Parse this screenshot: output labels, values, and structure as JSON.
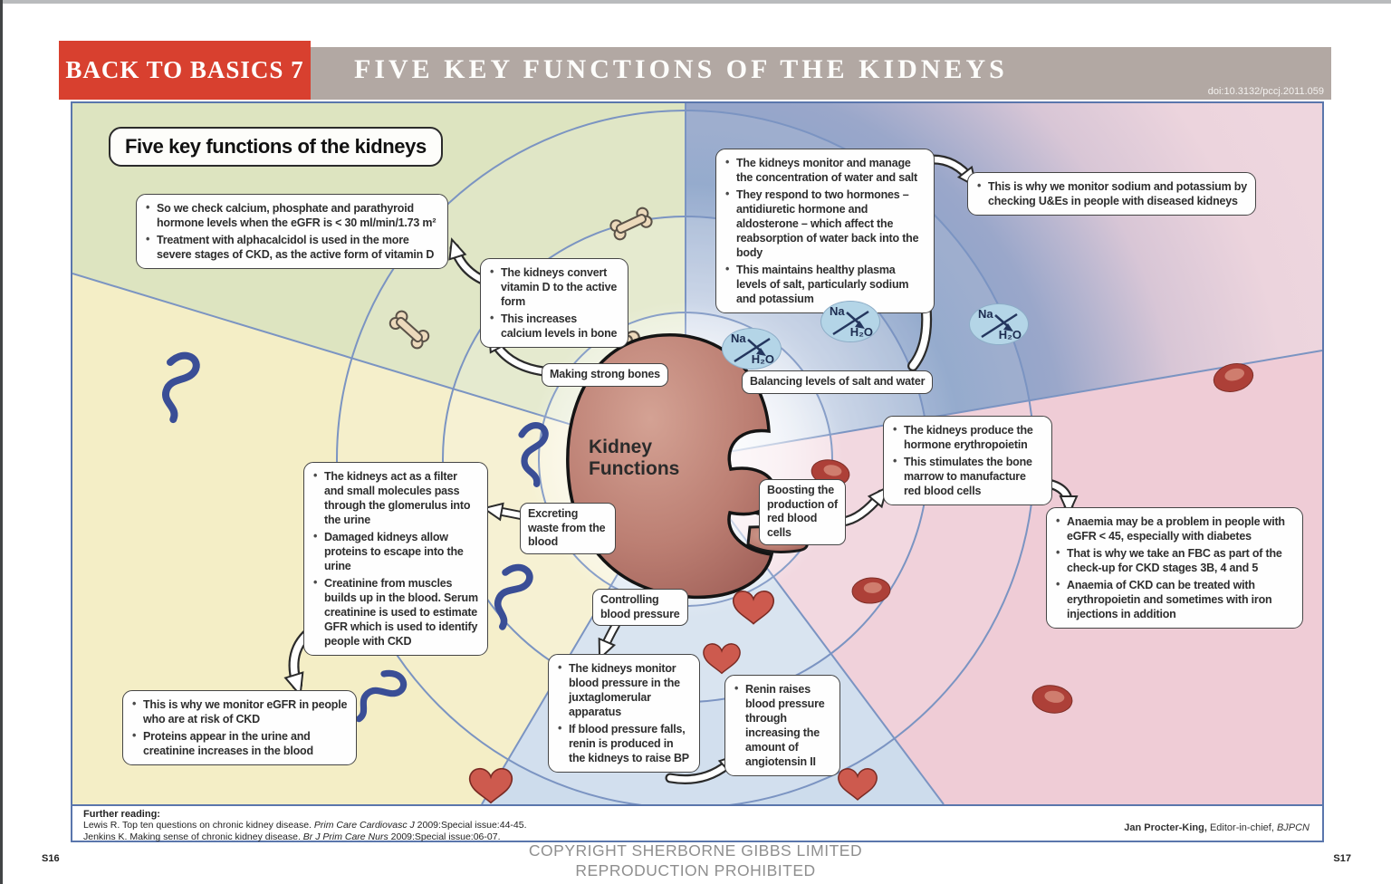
{
  "header": {
    "kicker": "BACK TO BASICS 7",
    "title": "FIVE KEY FUNCTIONS OF THE KIDNEYS",
    "doi": "doi:10.3132/pccj.2011.059"
  },
  "poster": {
    "title": "Five key functions of the kidneys",
    "center_label": [
      "Kidney",
      "Functions"
    ],
    "labels": {
      "bones": "Making strong bones",
      "salt": "Balancing levels of salt and water",
      "blood": "Boosting the production of red blood cells",
      "waste": "Excreting waste from the blood",
      "bp": "Controlling blood pressure"
    },
    "boxes": {
      "calcium": {
        "bullets": [
          "So we check calcium, phosphate and parathyroid hormone levels when the eGFR is < 30 ml/min/1.73 m²",
          "Treatment with alphacalcidol is used in the more severe stages of CKD, as the active form of vitamin D"
        ]
      },
      "vitd": {
        "bullets": [
          "The kidneys convert vitamin D to the active form",
          "This increases calcium levels in bone"
        ]
      },
      "watersalt": {
        "bullets": [
          "The kidneys monitor and manage the concentration of water and salt",
          "They respond to two hormones – antidiuretic hormone and aldosterone – which affect the reabsorption of water back into the body",
          "This maintains healthy plasma levels of salt, particularly sodium and potassium"
        ]
      },
      "ues": {
        "bullets": [
          "This is why we monitor sodium and potassium by checking U&Es in people with diseased kidneys"
        ]
      },
      "epo": {
        "bullets": [
          "The kidneys produce the hormone erythropoietin",
          "This stimulates the bone marrow to manufacture red blood cells"
        ]
      },
      "anaemia": {
        "bullets": [
          "Anaemia may be a problem in people with eGFR < 45, especially with diabetes",
          "That is why we take an FBC as part of the check-up for CKD stages 3B, 4 and 5",
          "Anaemia of CKD can be treated with erythropoietin and sometimes with iron injections in addition"
        ]
      },
      "filter": {
        "bullets": [
          "The kidneys act as a filter and small molecules pass through the glomerulus into the urine",
          "Damaged kidneys allow proteins to escape into the urine",
          "Creatinine from muscles builds up in the blood. Serum creatinine is used to estimate GFR which is used to identify people with CKD"
        ]
      },
      "egfr": {
        "bullets": [
          "This is why we monitor eGFR in people who are at risk of CKD",
          "Proteins appear in the urine and creatinine increases in the blood"
        ]
      },
      "bpmonitor": {
        "bullets": [
          "The kidneys monitor blood pressure in the juxtaglomerular apparatus",
          "If blood pressure falls, renin is produced in the kidneys to raise BP"
        ]
      },
      "renin": {
        "bullets": [
          "Renin raises blood pressure through increasing the amount of angiotensin II"
        ]
      }
    },
    "icons": {
      "na": "Na",
      "h2o": "H₂O"
    }
  },
  "further_reading": {
    "title": "Further reading:",
    "refs": [
      {
        "text": "Lewis R. Top ten questions on chronic kidney disease. ",
        "journal": "Prim Care Cardiovasc J",
        "tail": " 2009:Special issue:44-45."
      },
      {
        "text": "Jenkins K. Making sense of chronic kidney disease. ",
        "journal": "Br J Prim Care Nurs",
        "tail": " 2009:Special issue:06-07."
      }
    ]
  },
  "editor": {
    "name": "Jan Procter-King,",
    "role": " Editor-in-chief, ",
    "journal": "BJPCN"
  },
  "footer": {
    "page_left": "S16",
    "page_right": "S17",
    "copyright_line1": "COPYRIGHT SHERBORNE GIBBS LIMITED",
    "copyright_line2": "REPRODUCTION PROHIBITED"
  },
  "colors": {
    "header_red": "#d8402f",
    "header_gray": "#b2a8a3",
    "border_blue": "#5a76ac",
    "sector_green": "#dde4c0",
    "sector_yellow": "#f4eec6",
    "sector_blue": "#cddcec",
    "sector_pink": "#efccd6",
    "kidney": "#bc7f73",
    "na_icon_blue": "#b4d5e7"
  }
}
